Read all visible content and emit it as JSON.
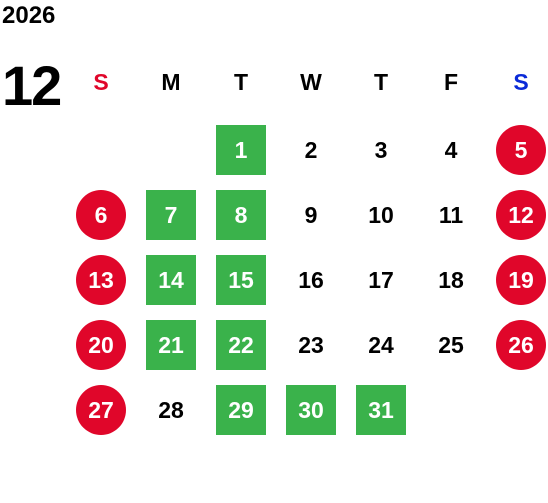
{
  "year": "2026",
  "month": "12",
  "weekdays": [
    {
      "label": "S",
      "color": "#e0062a"
    },
    {
      "label": "M",
      "color": "#000000"
    },
    {
      "label": "T",
      "color": "#000000"
    },
    {
      "label": "W",
      "color": "#000000"
    },
    {
      "label": "T",
      "color": "#000000"
    },
    {
      "label": "F",
      "color": "#000000"
    },
    {
      "label": "S",
      "color": "#0a2ad8"
    }
  ],
  "colors": {
    "holiday": "#e0062a",
    "highlight": "#3ab24b",
    "saturday": "#0a2ad8"
  },
  "weeks": [
    [
      null,
      null,
      {
        "d": "1",
        "s": "green"
      },
      {
        "d": "2",
        "s": "plain"
      },
      {
        "d": "3",
        "s": "plain"
      },
      {
        "d": "4",
        "s": "plain"
      },
      {
        "d": "5",
        "s": "holiday"
      }
    ],
    [
      {
        "d": "6",
        "s": "holiday"
      },
      {
        "d": "7",
        "s": "green"
      },
      {
        "d": "8",
        "s": "green"
      },
      {
        "d": "9",
        "s": "plain"
      },
      {
        "d": "10",
        "s": "plain"
      },
      {
        "d": "11",
        "s": "plain"
      },
      {
        "d": "12",
        "s": "holiday"
      }
    ],
    [
      {
        "d": "13",
        "s": "holiday"
      },
      {
        "d": "14",
        "s": "green"
      },
      {
        "d": "15",
        "s": "green"
      },
      {
        "d": "16",
        "s": "plain"
      },
      {
        "d": "17",
        "s": "plain"
      },
      {
        "d": "18",
        "s": "plain"
      },
      {
        "d": "19",
        "s": "holiday"
      }
    ],
    [
      {
        "d": "20",
        "s": "holiday"
      },
      {
        "d": "21",
        "s": "green"
      },
      {
        "d": "22",
        "s": "green"
      },
      {
        "d": "23",
        "s": "plain"
      },
      {
        "d": "24",
        "s": "plain"
      },
      {
        "d": "25",
        "s": "plain"
      },
      {
        "d": "26",
        "s": "holiday"
      }
    ],
    [
      {
        "d": "27",
        "s": "holiday"
      },
      {
        "d": "28",
        "s": "plain"
      },
      {
        "d": "29",
        "s": "green"
      },
      {
        "d": "30",
        "s": "green"
      },
      {
        "d": "31",
        "s": "green"
      },
      null,
      null
    ]
  ]
}
